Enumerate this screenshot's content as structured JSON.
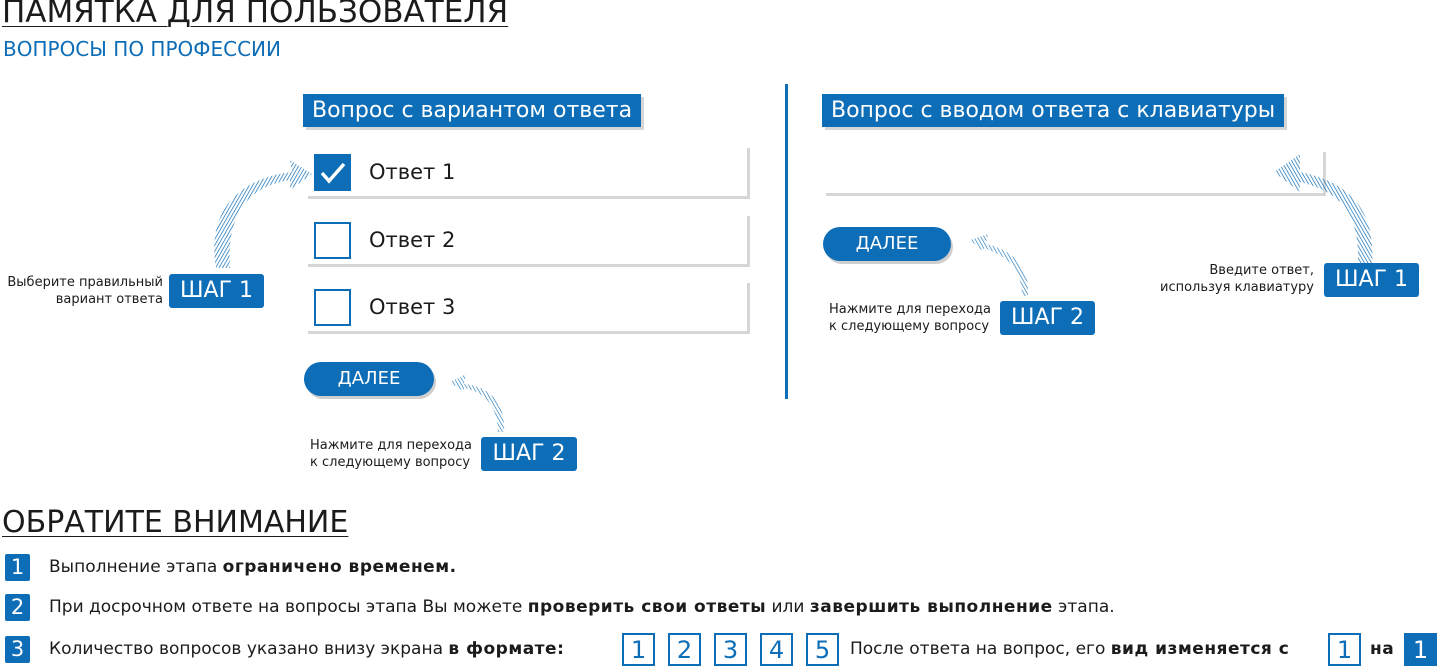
{
  "header": {
    "title": "ПАМЯТКА ДЛЯ ПОЛЬЗОВАТЕЛЯ",
    "subtitle": "ВОПРОСЫ ПО ПРОФЕССИИ"
  },
  "left_panel": {
    "heading": "Вопрос с вариантом ответа",
    "answers": [
      {
        "label": "Ответ 1",
        "checked": true
      },
      {
        "label": "Ответ 2",
        "checked": false
      },
      {
        "label": "Ответ 3",
        "checked": false
      }
    ],
    "next_label": "ДАЛЕЕ",
    "step1": {
      "badge": "ШАГ 1",
      "hint_line1": "Выберите правильный",
      "hint_line2": "вариант ответа"
    },
    "step2": {
      "badge": "ШАГ 2",
      "hint_line1": "Нажмите для перехода",
      "hint_line2": "к следующему вопросу"
    }
  },
  "right_panel": {
    "heading": "Вопрос с вводом ответа с клавиатуры",
    "input_value": "",
    "next_label": "ДАЛЕЕ",
    "step1": {
      "badge": "ШАГ 1",
      "hint_line1": "Введите ответ,",
      "hint_line2": "используя клавиатуру"
    },
    "step2": {
      "badge": "ШАГ 2",
      "hint_line1": "Нажмите для перехода",
      "hint_line2": "к следующему вопросу"
    }
  },
  "notes": {
    "title": "ОБРАТИТЕ ВНИМАНИЕ",
    "items": [
      {
        "num": "1",
        "text_a": "Выполнение этапа ",
        "bold_a": "ограничено временем."
      },
      {
        "num": "2",
        "text_a": "При  досрочном ответе на вопросы этапа Вы можете ",
        "bold_a": "проверить свои ответы",
        "text_b": " или ",
        "bold_b": "завершить выполнение",
        "text_c": " этапа."
      },
      {
        "num": "3",
        "text_a": "Количество вопросов указано внизу экрана ",
        "bold_a": "в формате:",
        "boxes": [
          "1",
          "2",
          "3",
          "4",
          "5"
        ],
        "text_b": "После ответа на вопрос, его ",
        "bold_b": "вид изменяется с",
        "from_box": "1",
        "bold_c": "на",
        "to_box": "1"
      }
    ]
  },
  "colors": {
    "accent": "#0d6db7",
    "shadow": "#d6d6d6"
  },
  "icons": [
    "checkmark-icon",
    "curved-arrow-icon"
  ]
}
